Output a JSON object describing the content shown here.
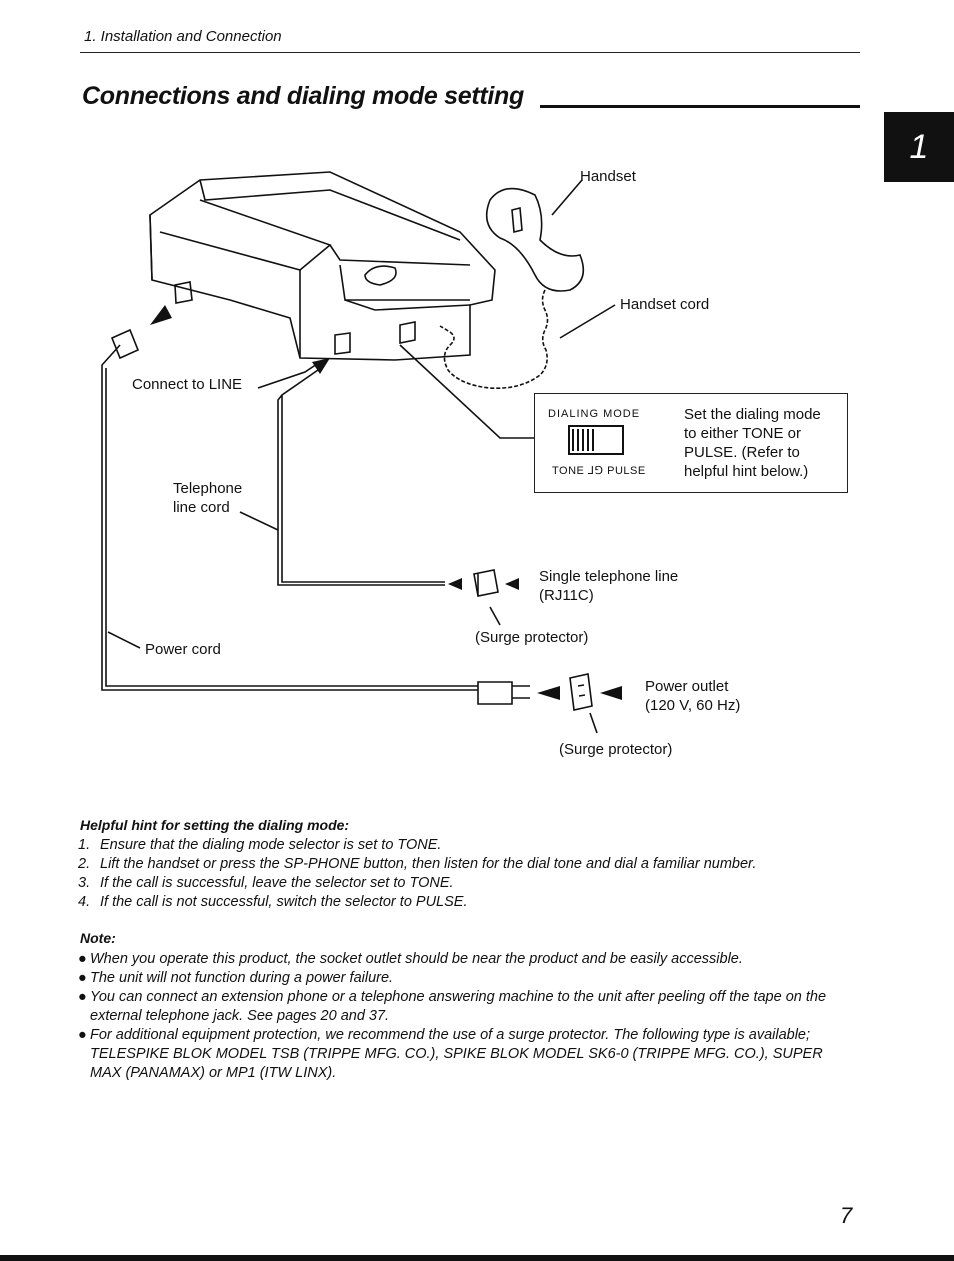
{
  "header": {
    "section": "1. Installation and Connection"
  },
  "title": "Connections and dialing mode setting",
  "chapter_tab": "1",
  "diagram": {
    "labels": {
      "handset": "Handset",
      "handset_cord": "Handset cord",
      "connect_to_line": "Connect to LINE",
      "telephone_line_cord_1": "Telephone",
      "telephone_line_cord_2": "line cord",
      "power_cord": "Power cord",
      "single_line_1": "Single telephone line",
      "single_line_2": "(RJ11C)",
      "surge_1": "(Surge protector)",
      "power_outlet_1": "Power outlet",
      "power_outlet_2": "(120 V, 60 Hz)",
      "surge_2": "(Surge protector)"
    },
    "dialing_mode": {
      "title": "DIALING MODE",
      "tone_pulse": "TONE ⅃⅁ PULSE",
      "desc_1": "Set the dialing mode",
      "desc_2": "to either TONE or",
      "desc_3": "PULSE. (Refer to",
      "desc_4": "helpful hint below.)"
    }
  },
  "helpful_hint": {
    "title": "Helpful hint for setting the dialing mode:",
    "items": [
      {
        "num": "1.",
        "text": "Ensure that the dialing mode selector is set to TONE."
      },
      {
        "num": "2.",
        "text": "Lift the handset or press the SP-PHONE button, then listen for the dial tone and dial a familiar number."
      },
      {
        "num": "3.",
        "text": "If the call is successful, leave the selector set to TONE."
      },
      {
        "num": "4.",
        "text": "If the call is not successful, switch the selector to PULSE."
      }
    ]
  },
  "note": {
    "title": "Note:",
    "bullet": "●",
    "items": [
      "When you operate this product, the socket outlet should be near the product and be easily accessible.",
      "The unit will not function during a power failure.",
      "You can connect an extension phone or a telephone answering machine to the unit after peeling off the tape on the external telephone jack. See pages 20 and 37.",
      "For additional equipment protection, we recommend the use of a surge protector. The following type is available; TELESPIKE BLOK MODEL TSB (TRIPPE MFG. CO.), SPIKE BLOK MODEL SK6-0 (TRIPPE MFG. CO.), SUPER MAX (PANAMAX) or MP1 (ITW LINX)."
    ]
  },
  "page_number": "7"
}
